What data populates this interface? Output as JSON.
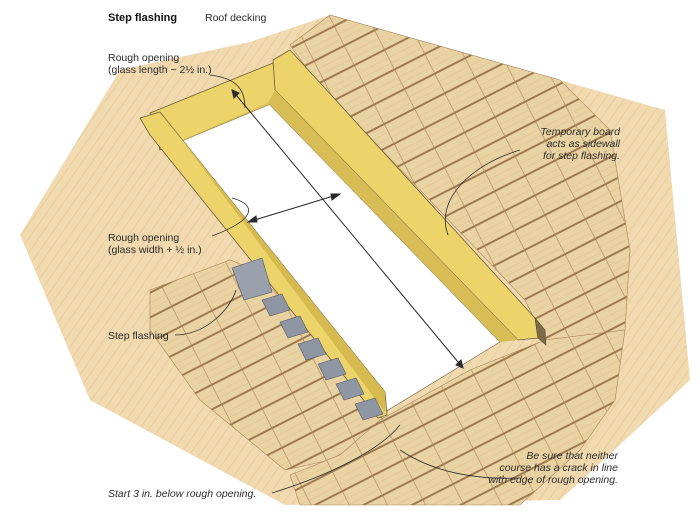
{
  "title": "Step flashing",
  "labels": {
    "roof_decking": "Roof decking",
    "rough_length_1": "Rough opening",
    "rough_length_2": "(glass length − 2½ in.)",
    "rough_width_1": "Rough opening",
    "rough_width_2": "(glass width + ½ in.)",
    "step_flashing": "Step flashing",
    "temp_board_1": "Temporary board",
    "temp_board_2": "acts as sidewall",
    "temp_board_3": "for step flashing.",
    "start_below": "Start 3 in. below rough opening.",
    "be_sure_1": "Be sure that neither",
    "be_sure_2": "course has a crack in line",
    "be_sure_3": "with edge of rough opening."
  },
  "colors": {
    "shingle": "#ead3a3",
    "shingle_shadow": "#a8845a",
    "decking": "#f1d9b0",
    "lumber": "#ecd36a",
    "lumber_dark": "#b89a38",
    "flashing": "#8f96a3",
    "ink": "#2b2b2b"
  }
}
